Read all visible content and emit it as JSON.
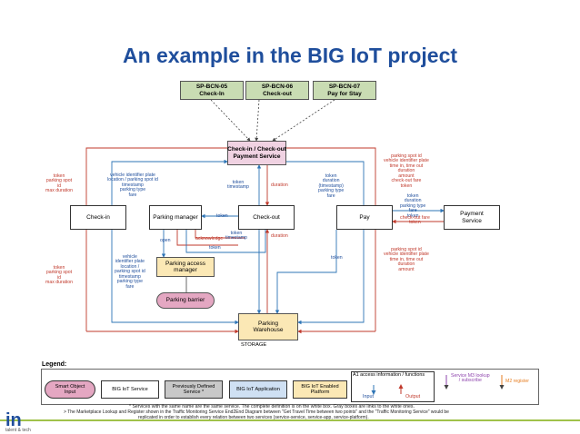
{
  "title": "An example in the BIG IoT project",
  "nodes": {
    "sp_bcn_05": "SP-BCN-05\nCheck-In",
    "sp_bcn_06": "SP-BCN-06\nCheck-out",
    "sp_bcn_07": "SP-BCN-07\nPay for Stay",
    "checkin_checkout_service": "Check-in / Check-out\nPayment Service",
    "check_in": "Check-in",
    "parking_manager": "Parking manager",
    "check_out": "Check-out",
    "pay": "Pay",
    "payment_service": "Payment\nService",
    "parking_access_manager": "Parking access\nmanager",
    "parking_barrier": "Parking barrier",
    "parking_warehouse": "Parking\nWarehouse",
    "storage": "STORAGE"
  },
  "labels": {
    "token_left_top": "token\nparking spot\nid\nmax duration",
    "vehicle_ids_top": "vehicle identifier plate\nlocation / parking spot id\ntimestamp\nparking type\nfare",
    "token_timestamp_top": "token\ntimestamp",
    "duration_top": "duration",
    "token_duration_fare": "token\nduration\n(timestamp)\nparking type\nfare",
    "parking_spot_right_top": "parking spot id\nvehicle identifier plate\ntime in, time out\nduration\namount\ncheck-out fare\ntoken",
    "token_duration_right": "token\nduration\nparking type\nfare\ntoken",
    "checkout_fare_token": "check-out fare\ntoken",
    "token_mid": "token",
    "open": "open",
    "acknowledge": "acknowledge",
    "token_timestamp_mid": "token\ntimestamp",
    "duration_mid": "duration",
    "token_low": "token",
    "token_pay_low": "token",
    "vehicle_ids_low": "vehicle\nidentifier plate\nlocation /\nparking spot id\ntimestamp\nparking type\nfare",
    "token_left_bottom": "token\nparking spot\nid\nmax duration",
    "parking_spot_right_bottom": "parking spot id\nvehicle identifier plate\ntime in, time out\nduration\namount"
  },
  "legend": {
    "title": "Legend:",
    "smart_object": "Smart Object\nInput",
    "big_iot_service": "BIG IoT Service",
    "previously_defined": "Previously Defined\nService *",
    "big_iot_application": "BIG IoT Application",
    "big_iot_platform": "BIG IoT Enabled\nPlatform",
    "a1_access": "A1 access information / functions",
    "input": "Input",
    "output": "Output",
    "m3_lookup": "Service M3 lookup\n/ subscribe",
    "m2_register": "M2 register"
  },
  "notes": {
    "line1": "* Services with the same name are the same service. The complete definition is on the white box. Gray boxes are links to the white ones.",
    "line2": "> The Marketplace Lookup and Register shown in the Traffic Monitoring Service End2End Diagram between \"Get Travel Time between two points\" and the \"Traffic Monitoring Service\" would be",
    "line3": "replicated in order to establish every relation between two services (service-service, service-app, service-platform)."
  },
  "logo": {
    "text": "in",
    "sub": "talent & tech"
  },
  "colors": {
    "title": "#1f4e9c",
    "red_flow": "#c0392b",
    "blue_flow": "#2e75b6",
    "accent_bar": "#a0c24a"
  }
}
